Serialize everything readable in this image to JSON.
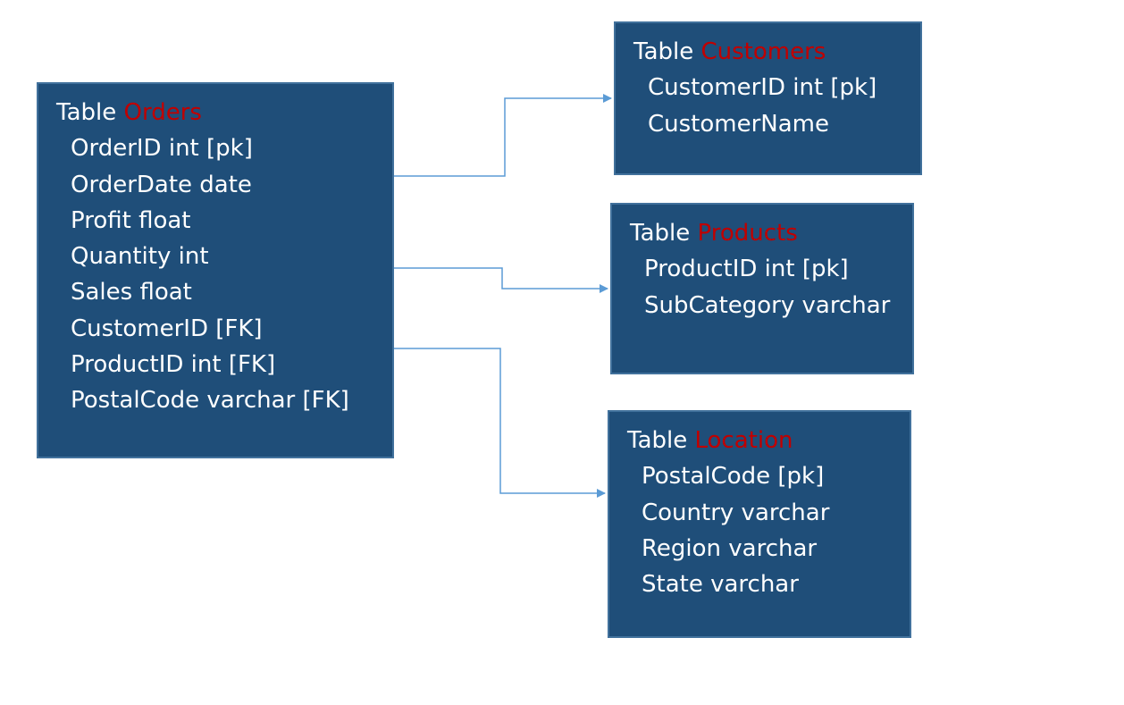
{
  "colors": {
    "box_fill": "#1f4e79",
    "box_border": "#41719c",
    "table_name": "#c00000",
    "text": "#ffffff",
    "connector": "#5b9bd5"
  },
  "tables": {
    "orders": {
      "prefix": "Table",
      "name": "Orders",
      "fields": [
        "OrderID int [pk]",
        "OrderDate date",
        "Profit float",
        "Quantity int",
        "Sales float",
        "CustomerID [FK]",
        "ProductID int [FK]",
        "PostalCode varchar [FK]"
      ]
    },
    "customers": {
      "prefix": "Table",
      "name": "Customers",
      "fields": [
        "CustomerID int [pk]",
        "CustomerName"
      ]
    },
    "products": {
      "prefix": "Table",
      "name": "Products",
      "fields": [
        "ProductID int [pk]",
        "SubCategory varchar"
      ]
    },
    "location": {
      "prefix": "Table",
      "name": "Location",
      "fields": [
        "PostalCode  [pk]",
        "Country varchar",
        "Region varchar",
        "State varchar"
      ]
    }
  },
  "relationships": [
    {
      "from": "orders",
      "to": "customers"
    },
    {
      "from": "orders",
      "to": "products"
    },
    {
      "from": "orders",
      "to": "location"
    }
  ]
}
